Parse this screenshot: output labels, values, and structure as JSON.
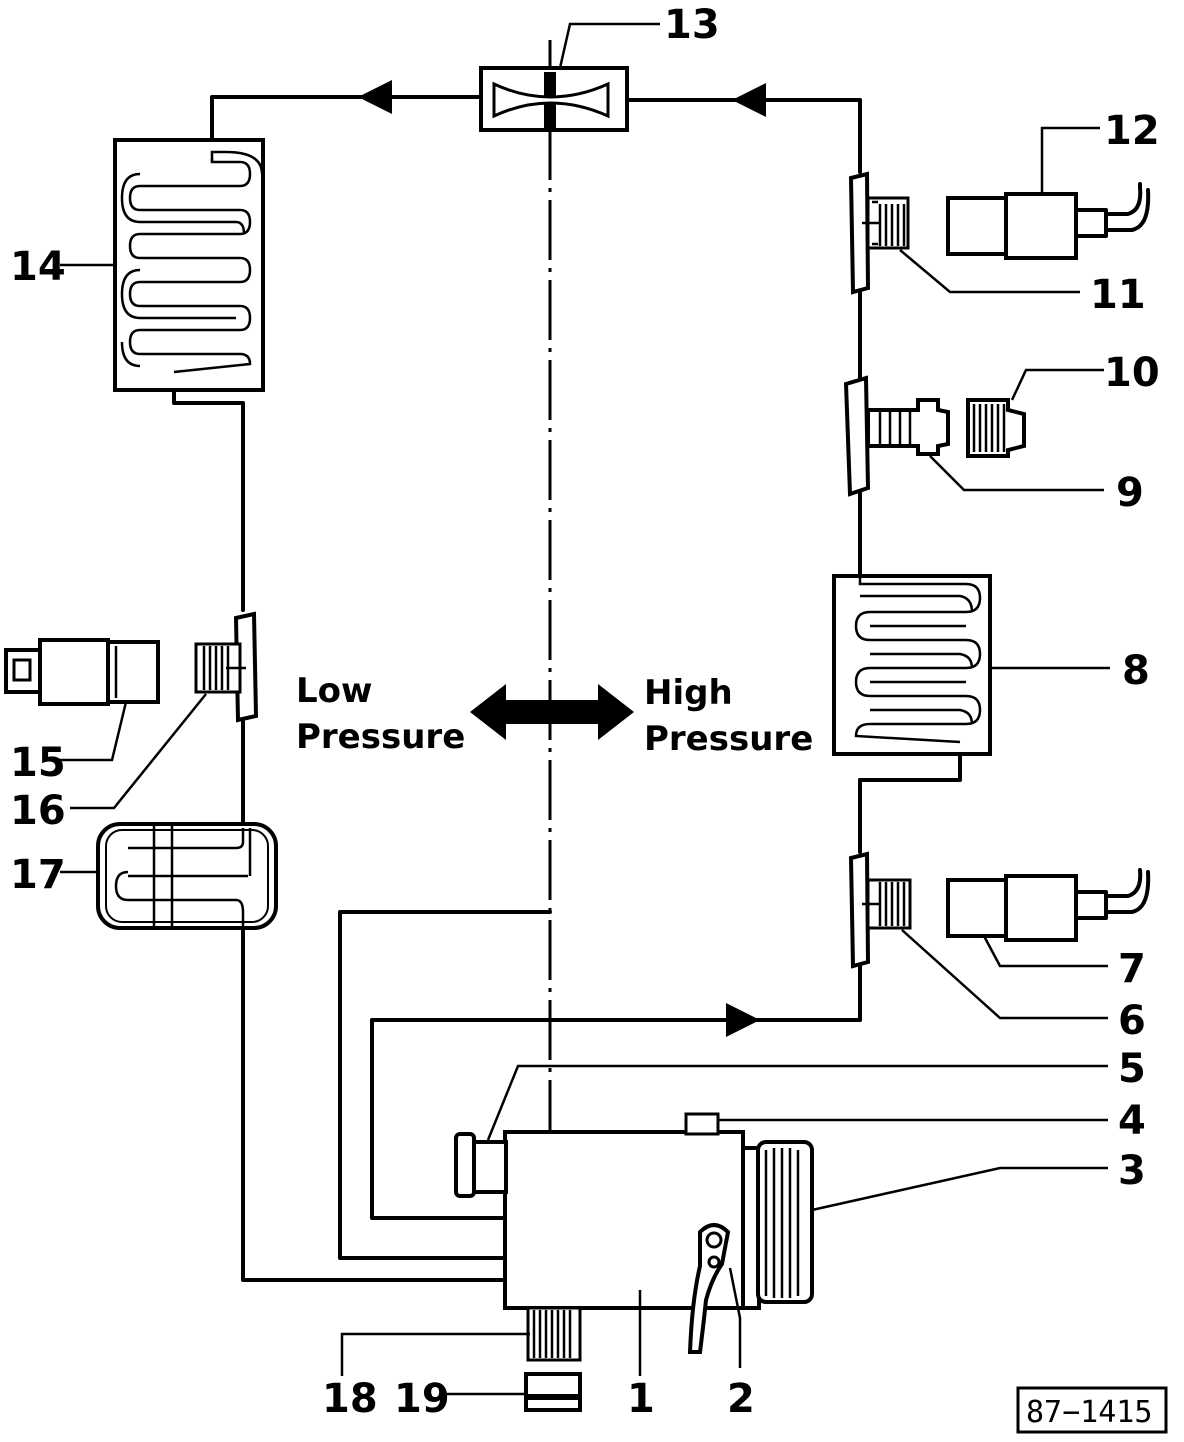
{
  "labels": {
    "c1": "1",
    "c2": "2",
    "c3": "3",
    "c4": "4",
    "c5": "5",
    "c6": "6",
    "c7": "7",
    "c8": "8",
    "c9": "9",
    "c10": "10",
    "c11": "11",
    "c12": "12",
    "c13": "13",
    "c14": "14",
    "c15": "15",
    "c16": "16",
    "c17": "17",
    "c18": "18",
    "c19": "19"
  },
  "low_pressure": {
    "line1": "Low",
    "line2": "Pressure"
  },
  "high_pressure": {
    "line1": "High",
    "line2": "Pressure"
  },
  "figure_ref": "87−1415"
}
